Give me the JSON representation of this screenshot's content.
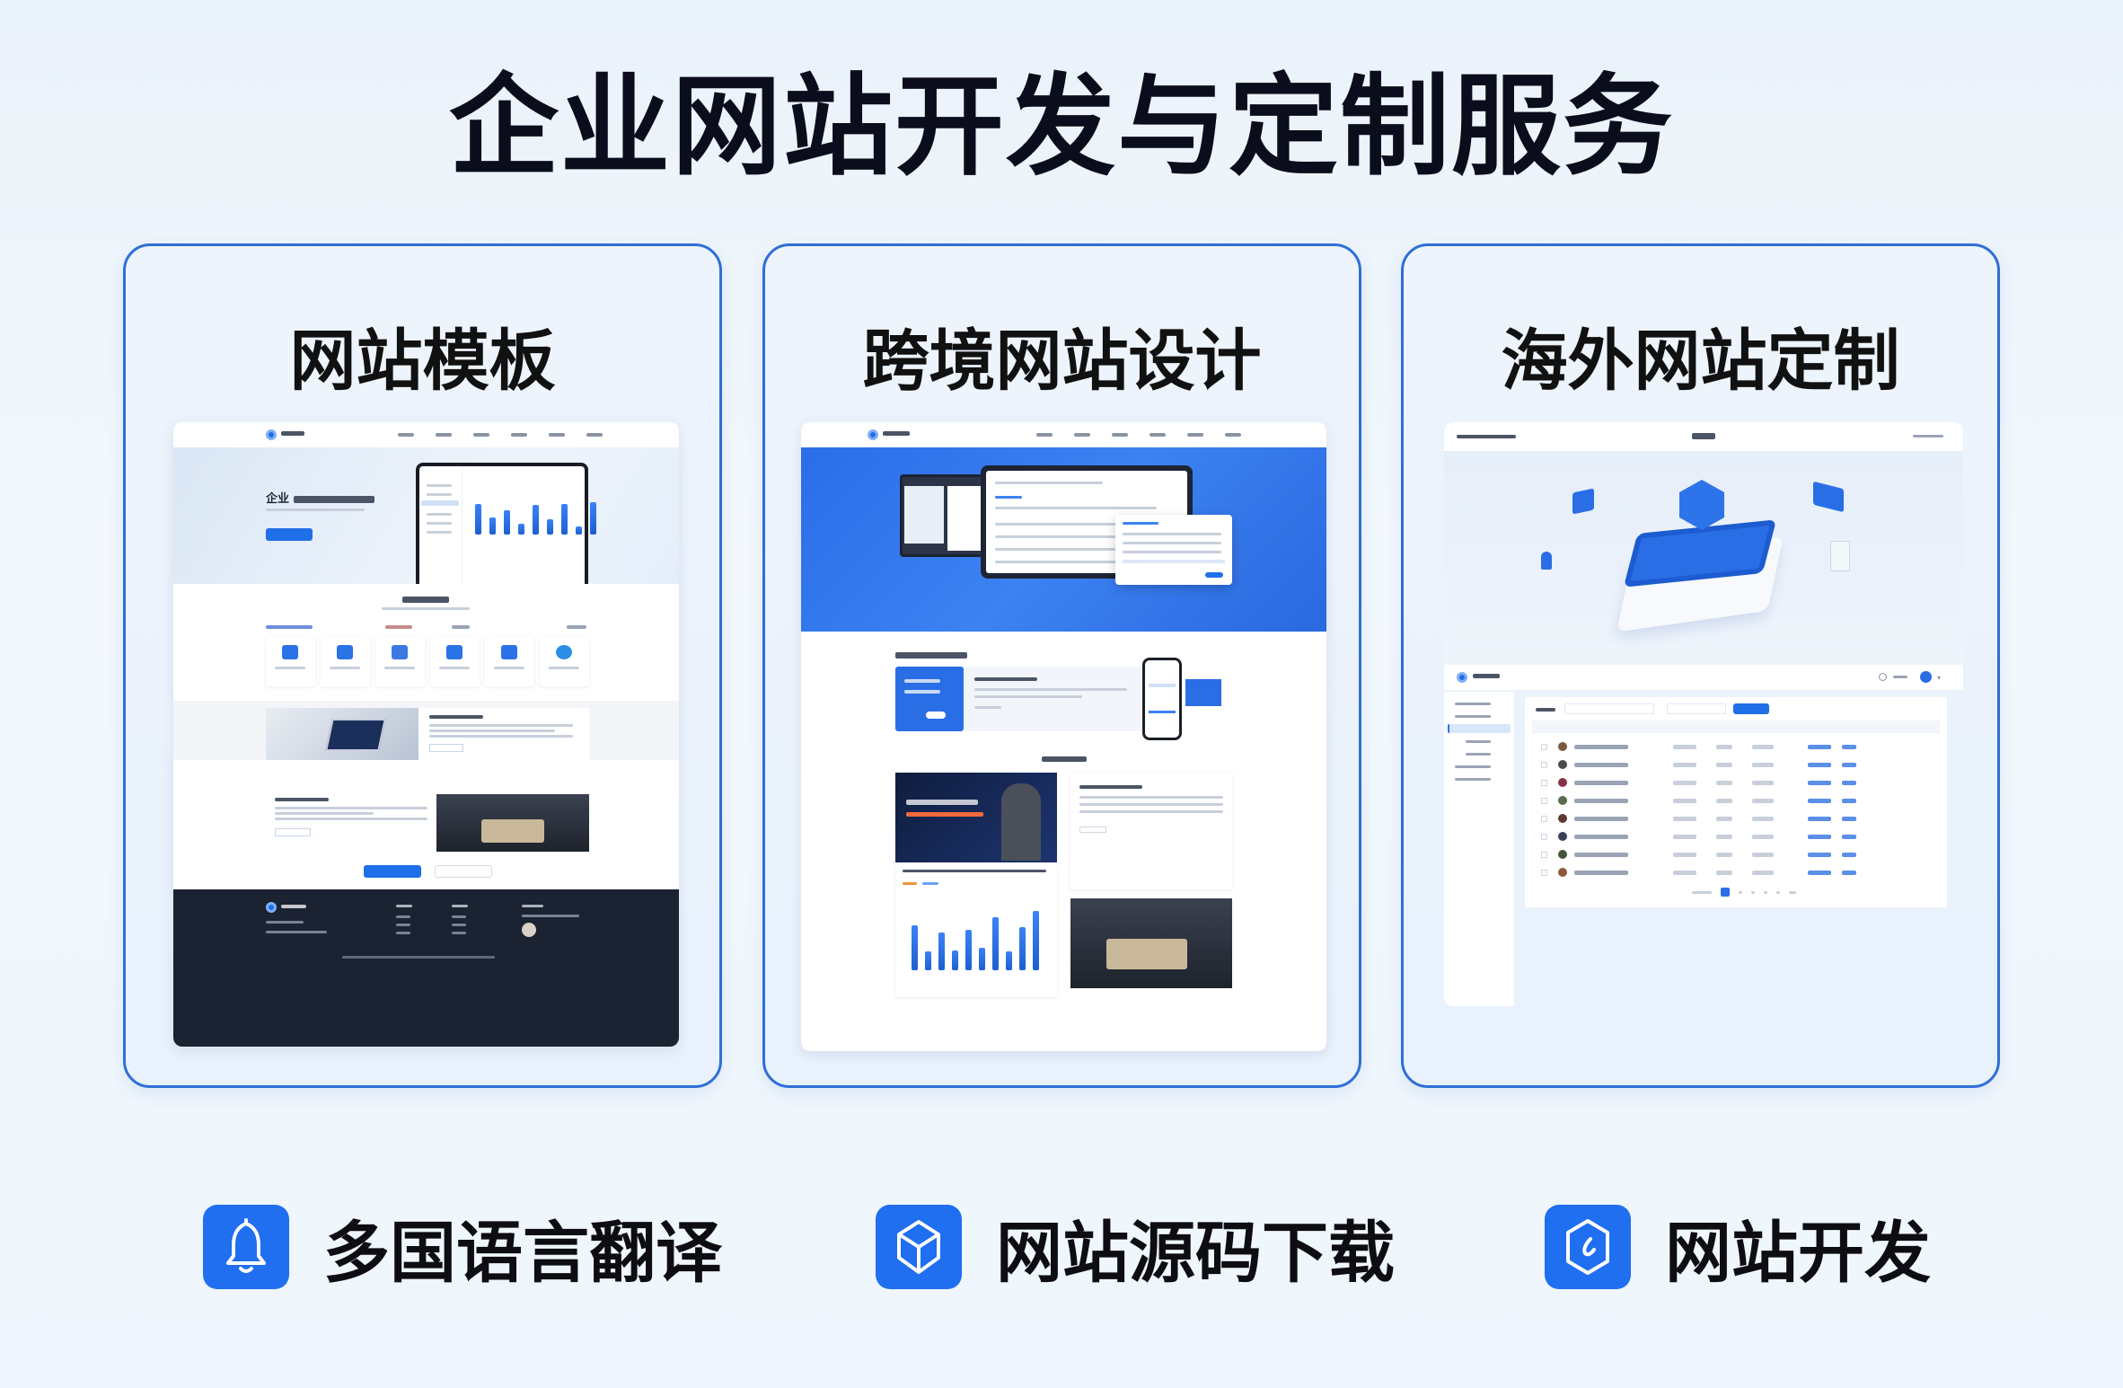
{
  "page": {
    "title": "企业网站开发与定制服务"
  },
  "cards": [
    {
      "title": "网站模板",
      "preview": "website-template-mockup",
      "hero_title_prefix": "企业"
    },
    {
      "title": "跨境网站设计",
      "preview": "cross-border-website-mockup"
    },
    {
      "title": "海外网站定制",
      "preview": "overseas-admin-dashboard-mockup"
    }
  ],
  "features": [
    {
      "label": "多国语言翻译",
      "icon": "bell-icon"
    },
    {
      "label": "网站源码下载",
      "icon": "cube-icon"
    },
    {
      "label": "网站开发",
      "icon": "hexagon-code-icon"
    }
  ],
  "colors": {
    "accent": "#1f6ff0",
    "card_border": "#2f6fd6",
    "title": "#0b0d1c",
    "footer_dark": "#1b2232"
  },
  "mock_chart_card1": {
    "type": "bar",
    "values": [
      82,
      45,
      65,
      28,
      78,
      40,
      80,
      22,
      85
    ]
  },
  "mock_chart_card2": {
    "type": "bar",
    "values": [
      72,
      30,
      60,
      32,
      65,
      36,
      85,
      30,
      68,
      95
    ]
  }
}
